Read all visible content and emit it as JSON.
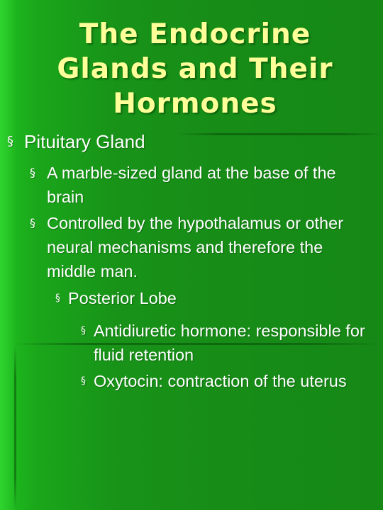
{
  "slide": {
    "title": "The Endocrine Glands and Their Hormones",
    "bullet_glyph": "§",
    "items": [
      {
        "level": 1,
        "text": "Pituitary Gland"
      },
      {
        "level": 2,
        "text": "A marble-sized gland at the base of the brain"
      },
      {
        "level": 2,
        "text": "Controlled by the hypothalamus or other neural mechanisms and therefore the middle man."
      },
      {
        "level": 3,
        "text": "Posterior Lobe"
      },
      {
        "level": 4,
        "text": "Antidiuretic hormone: responsible for fluid retention"
      },
      {
        "level": 4,
        "text": "Oxytocin: contraction of the uterus"
      }
    ]
  },
  "colors": {
    "background": "#178c17",
    "title": "#ffff99",
    "body_text": "#ffffff"
  }
}
